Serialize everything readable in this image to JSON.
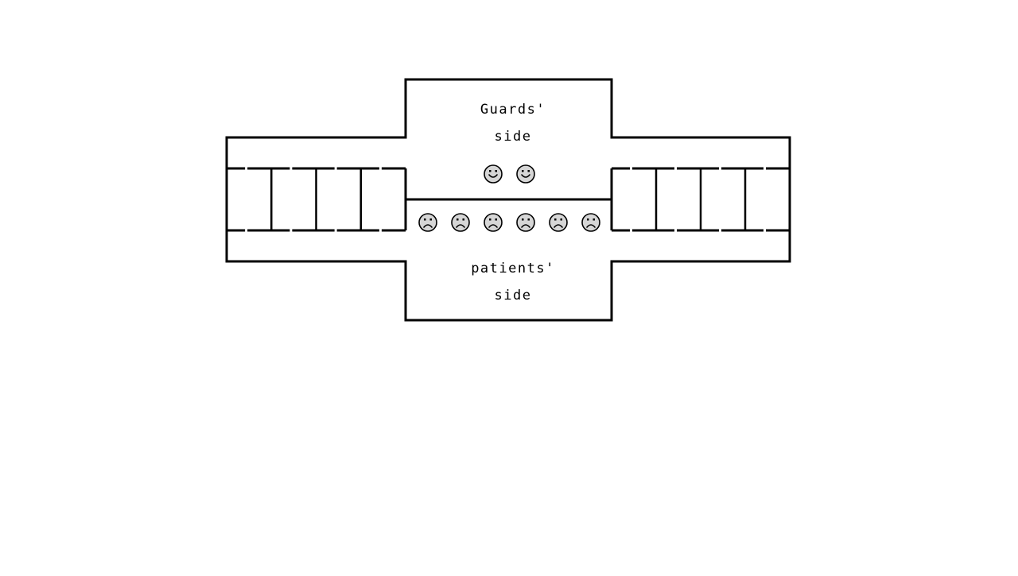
{
  "labels": {
    "guards_line1": "Guards'",
    "guards_line2": "side",
    "patients_line1": "patients'",
    "patients_line2": "side"
  },
  "guards": {
    "count": 2,
    "icon": "smiley-face-icon"
  },
  "patients": {
    "count": 6,
    "icon": "frowning-face-icon"
  },
  "cells": {
    "left_wing_count": 4,
    "right_wing_count": 4
  },
  "colors": {
    "line": "#000000",
    "face_fill": "#d6d6d6",
    "background": "#ffffff"
  }
}
